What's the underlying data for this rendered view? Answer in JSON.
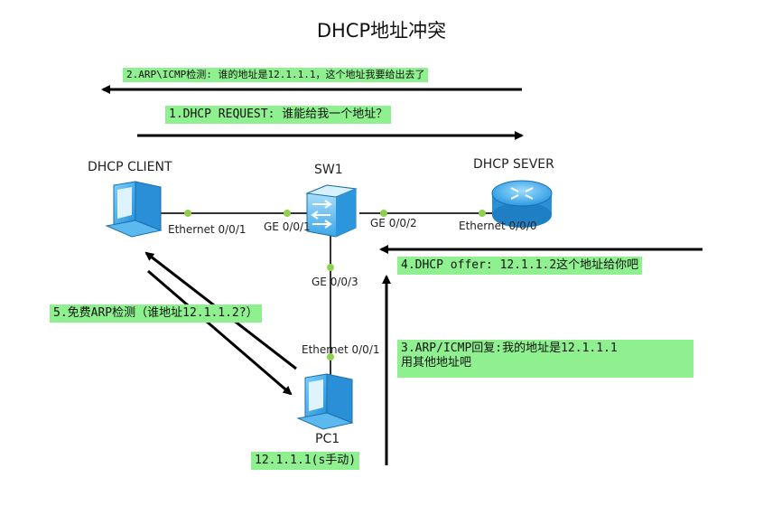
{
  "title": "DHCP地址冲突",
  "nodes": {
    "client": "DHCP CLIENT",
    "switch": "SW1",
    "server": "DHCP SEVER",
    "pc1": "PC1"
  },
  "ports": {
    "client_eth": "Ethernet 0/0/1",
    "sw_ge1": "GE 0/0/1",
    "sw_ge2": "GE 0/0/2",
    "sw_ge3": "GE 0/0/3",
    "server_eth": "Ethernet 0/0/0",
    "pc1_eth": "Ethernet 0/0/1"
  },
  "messages": {
    "m2": "2.ARP\\ICMP检测: 谁的地址是12.1.1.1，这个地址我要给出去了",
    "m1": "1.DHCP REQUEST: 谁能给我一个地址？",
    "m4": "4.DHCP offer: 12.1.1.2这个地址给你吧",
    "m5": "5.免费ARP检测（谁地址12.1.1.2?）",
    "m3_line1": "3.ARP/ICMP回复:我的地址是12.1.1.1",
    "m3_line2": "用其他地址吧",
    "pc1_addr": "12.1.1.1(s手动)"
  },
  "colors": {
    "highlight": "#8ef08e",
    "port_dot": "#8fd14f",
    "device_blue": "#3ba9e8"
  }
}
